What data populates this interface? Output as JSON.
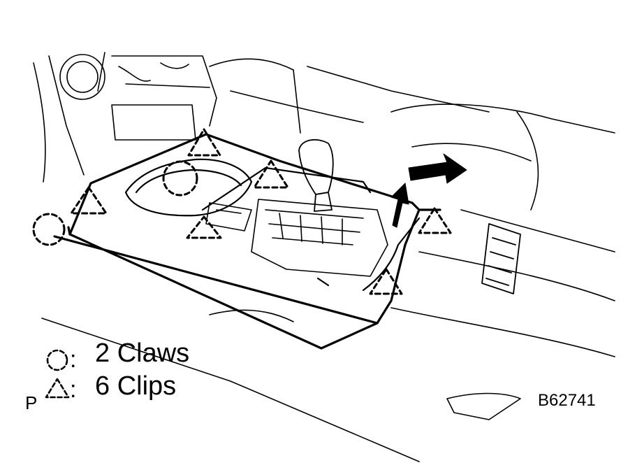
{
  "legend": {
    "claws_label": "2 Claws",
    "clips_label": "6 Clips",
    "claw_symbol": "dashed-circle",
    "clip_symbol": "dashed-triangle",
    "separator": ":"
  },
  "page_marker": "P",
  "figure_code": "B62741",
  "colors": {
    "line": "#000000",
    "background": "#ffffff"
  }
}
